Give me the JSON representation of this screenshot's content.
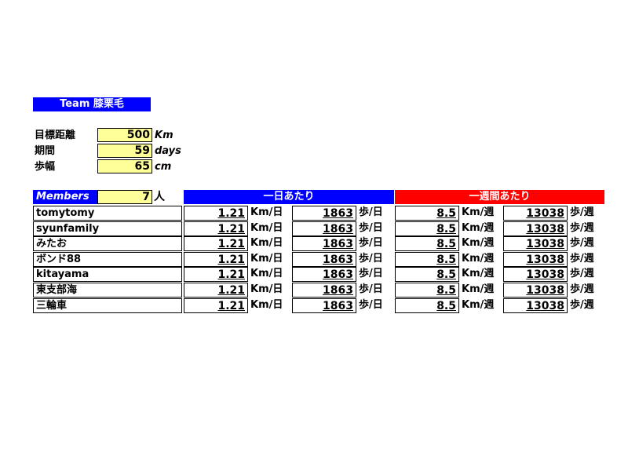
{
  "team": {
    "title": "Team 膝栗毛"
  },
  "params": [
    {
      "label": "目標距離",
      "value": "500",
      "unit": "Km"
    },
    {
      "label": "期間",
      "value": "59",
      "unit": "days"
    },
    {
      "label": "歩幅",
      "value": "65",
      "unit": "cm"
    }
  ],
  "members": {
    "label": "Members",
    "count": "7",
    "unit": "人"
  },
  "sections": {
    "daily": "一日あたり",
    "weekly": "一週間あたり"
  },
  "units": {
    "km_day": "Km/日",
    "steps_day": "歩/日",
    "km_week": "Km/週",
    "steps_week": "歩/週"
  },
  "rows": [
    {
      "name": "tomytomy",
      "km_day": "1.21",
      "steps_day": "1863",
      "km_week": "8.5",
      "steps_week": "13038"
    },
    {
      "name": "syunfamily",
      "km_day": "1.21",
      "steps_day": "1863",
      "km_week": "8.5",
      "steps_week": "13038"
    },
    {
      "name": "みたお",
      "km_day": "1.21",
      "steps_day": "1863",
      "km_week": "8.5",
      "steps_week": "13038"
    },
    {
      "name": "ボンド88",
      "km_day": "1.21",
      "steps_day": "1863",
      "km_week": "8.5",
      "steps_week": "13038"
    },
    {
      "name": "kitayama",
      "km_day": "1.21",
      "steps_day": "1863",
      "km_week": "8.5",
      "steps_week": "13038"
    },
    {
      "name": "東支部海",
      "km_day": "1.21",
      "steps_day": "1863",
      "km_week": "8.5",
      "steps_week": "13038"
    },
    {
      "name": "三輪車",
      "km_day": "1.21",
      "steps_day": "1863",
      "km_week": "8.5",
      "steps_week": "13038"
    }
  ]
}
